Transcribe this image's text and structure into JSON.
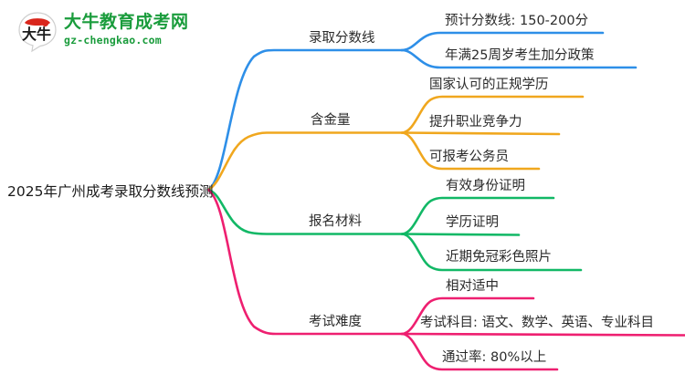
{
  "logo": {
    "mark_text": "大牛",
    "title": "大牛教育成考网",
    "subtitle": "gz-chengkao.com",
    "brand_green": "#1a9c3c",
    "brand_red": "#d9261c"
  },
  "mindmap": {
    "root": {
      "label": "2025年广州成考录取分数线预测"
    },
    "branches": [
      {
        "label": "录取分数线",
        "color": "#2E8FE8",
        "children": [
          {
            "label": "预计分数线: 150-200分"
          },
          {
            "label": "年满25周岁考生加分政策"
          }
        ]
      },
      {
        "label": "含金量",
        "color": "#F0A71E",
        "children": [
          {
            "label": "国家认可的正规学历"
          },
          {
            "label": "提升职业竞争力"
          },
          {
            "label": "可报考公务员"
          }
        ]
      },
      {
        "label": "报名材料",
        "color": "#12B866",
        "children": [
          {
            "label": "有效身份证明"
          },
          {
            "label": "学历证明"
          },
          {
            "label": "近期免冠彩色照片"
          }
        ]
      },
      {
        "label": "考试难度",
        "color": "#EE1F70",
        "children": [
          {
            "label": "相对适中"
          },
          {
            "label": "考试科目: 语文、数学、英语、专业科目"
          },
          {
            "label": "通过率: 80%以上"
          }
        ]
      }
    ]
  }
}
